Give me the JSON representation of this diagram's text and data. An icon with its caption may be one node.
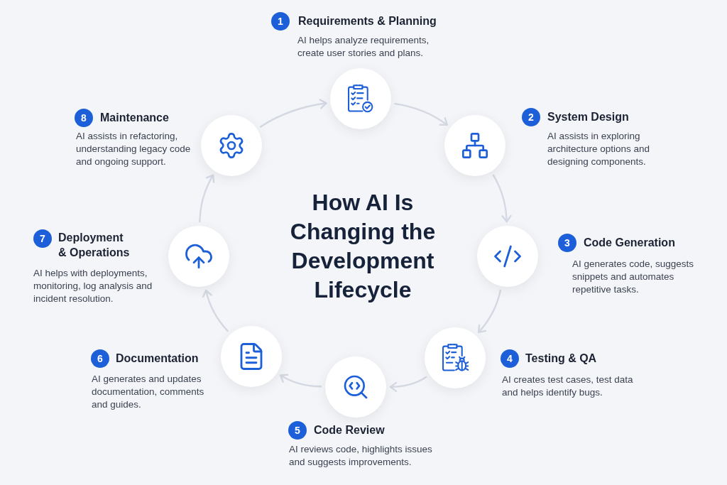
{
  "diagram": {
    "title": "How AI Is Changing the Development Lifecycle",
    "nodes": [
      {
        "text": [
          "1"
        ],
        "beside": [
          "Requirements & Planning",
          "AI helps analyze requirements, create user stories and plans."
        ]
      },
      {
        "text": [],
        "shape": "circle"
      },
      {
        "text": [
          "2"
        ],
        "beside": [
          "System Design",
          "AI assists in exploring architecture options and designing components."
        ]
      },
      {
        "text": [],
        "shape": "circle"
      },
      {
        "text": [
          "3"
        ],
        "beside": [
          "Code Generation",
          "AI generates code, suggests snippets and automates repetitive tasks."
        ]
      },
      {
        "text": [],
        "shape": "circle"
      },
      {
        "text": [
          "4"
        ],
        "beside": [
          "Testing & QA",
          "AI creates test cases, test data and helps identify bugs."
        ]
      },
      {
        "text": [],
        "shape": "circle"
      },
      {
        "text": [
          "5"
        ],
        "beside": [
          "Code Review",
          "AI reviews code, highlights issues and suggests improvements."
        ]
      },
      {
        "text": [],
        "shape": "circle"
      },
      {
        "text": [
          "6"
        ],
        "beside": [
          "Documentation",
          "AI generates and updates documentation, comments and guides."
        ]
      },
      {
        "text": [],
        "shape": "circle"
      },
      {
        "text": [
          "7"
        ],
        "beside": [
          "Deployment & Operations",
          "AI helps with deployments, monitoring, log analysis and incident resolution."
        ]
      },
      {
        "text": [],
        "shape": "circle"
      },
      {
        "text": [
          "8"
        ],
        "beside": [
          "Maintenance",
          "AI assists in refactoring, understanding legacy code and ongoing support."
        ]
      },
      {
        "text": [],
        "shape": "circle"
      }
    ],
    "edges": [
      {
        "from": 1,
        "to": 3,
        "arrow": "to"
      },
      {
        "from": 3,
        "to": 5,
        "arrow": "to"
      },
      {
        "from": 5,
        "to": 7,
        "arrow": "to"
      },
      {
        "from": 7,
        "to": 9,
        "arrow": "to"
      },
      {
        "from": 9,
        "to": 11,
        "arrow": "to"
      },
      {
        "from": 11,
        "to": 13,
        "arrow": "to"
      },
      {
        "from": 13,
        "to": 15,
        "arrow": "to"
      },
      {
        "from": 15,
        "to": 1,
        "arrow": "to"
      }
    ]
  }
}
